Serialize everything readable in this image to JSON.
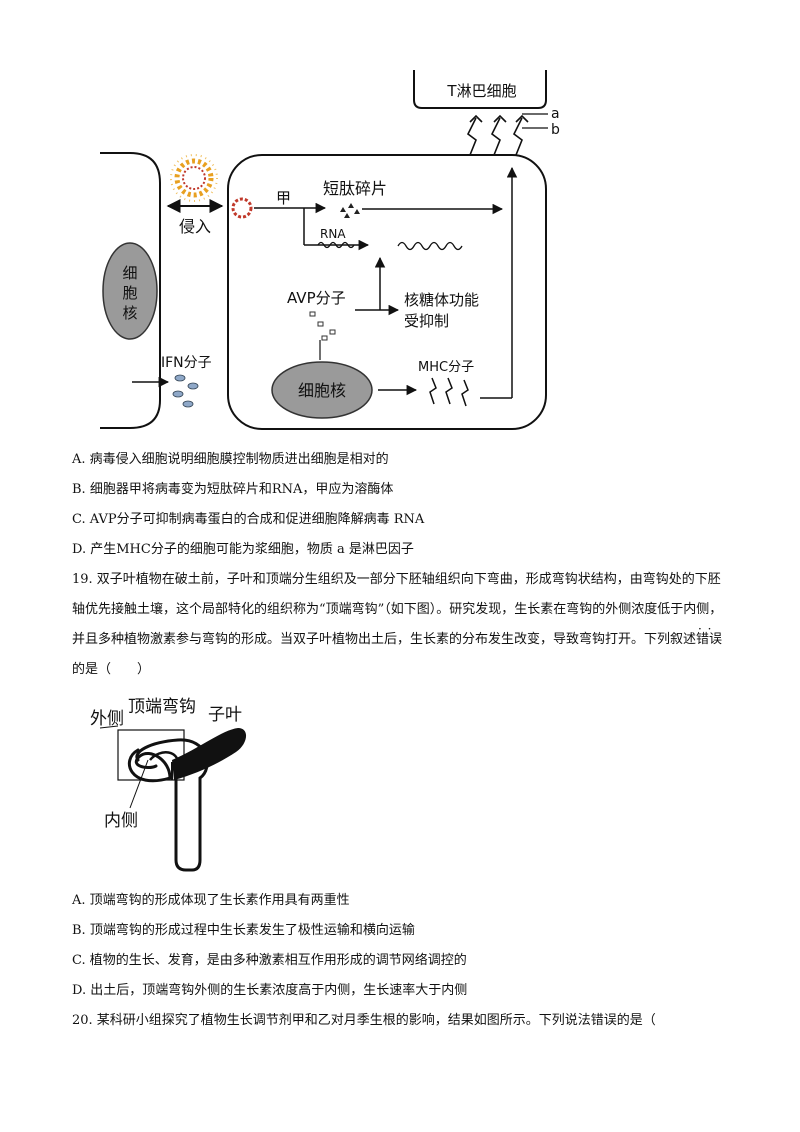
{
  "figure1": {
    "t_cell_label": "T淋巴细胞",
    "label_a": "a",
    "label_b": "b",
    "invade_label": "侵入",
    "organelle_label": "甲",
    "peptide_label": "短肽碎片",
    "rna_label": "RNA",
    "avp_label": "AVP分子",
    "ribosome_line1": "核糖体功能",
    "ribosome_line2": "受抑制",
    "ifn_label": "IFN分子",
    "left_nucleus_chars": [
      "细",
      "胞",
      "核"
    ],
    "right_nucleus_label": "细胞核",
    "mhc_label": "MHC分子"
  },
  "q18_options": [
    "A. 病毒侵入细胞说明细胞膜控制物质进出细胞是相对的",
    "B. 细胞器甲将病毒变为短肽碎片和RNA，甲应为溶酶体",
    "C. AVP分子可抑制病毒蛋白的合成和促进细胞降解病毒 RNA",
    "D. 产生MHC分子的细胞可能为浆细胞，物质 a 是淋巴因子"
  ],
  "q19": {
    "stem": "19. 双子叶植物在破土前，子叶和顶端分生组织及一部分下胚轴组织向下弯曲，形成弯钩状结构，由弯钩处的下胚轴优先接触土壤，这个局部特化的组织称为“顶端弯钩”（如下图）。研究发现，生长素在弯钩的外侧浓度低于内侧，并且多种植物激素参与弯钩的形成。当双子叶植物出土后，生长素的分布发生改变，导致弯钩打开。下列叙述",
    "emphasis": "错误",
    "stem_end": "的是（　　）",
    "figure": {
      "outer_label": "外侧",
      "hook_label": "顶端弯钩",
      "cotyledon_label": "子叶",
      "inner_label": "内侧"
    },
    "options": [
      "A. 顶端弯钩的形成体现了生长素作用具有两重性",
      "B. 顶端弯钩的形成过程中生长素发生了极性运输和横向运输",
      "C. 植物的生长、发育，是由多种激素相互作用形成的调节网络调控的",
      "D. 出土后，顶端弯钩外侧的生长素浓度高于内侧，生长速率大于内侧"
    ]
  },
  "q20": {
    "stem": "20. 某科研小组探究了植物生长调节剂甲和乙对月季生根的影响，结果如图所示。下列说法错误的是（"
  }
}
